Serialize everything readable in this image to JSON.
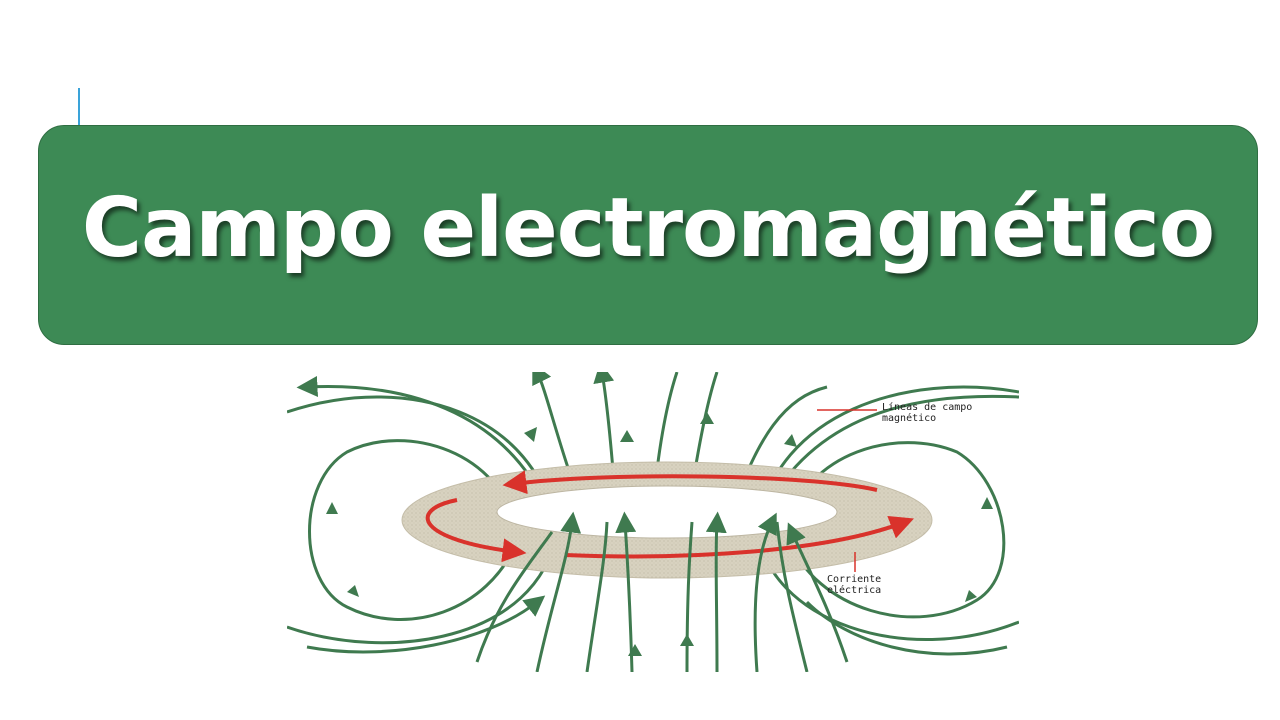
{
  "slide": {
    "title": "Campo electromagnético",
    "colors": {
      "title_background": "#3d8a55",
      "field_lines": "#3f7a4f",
      "current_arrows": "#d9322b",
      "ring": "#d9d3c2",
      "accent_line": "#3aa3d9"
    }
  },
  "diagram": {
    "label_field_lines_line1": "Líneas de campo",
    "label_field_lines_line2": "magnético",
    "label_current_line1": "Corriente",
    "label_current_line2": "eléctrica"
  }
}
